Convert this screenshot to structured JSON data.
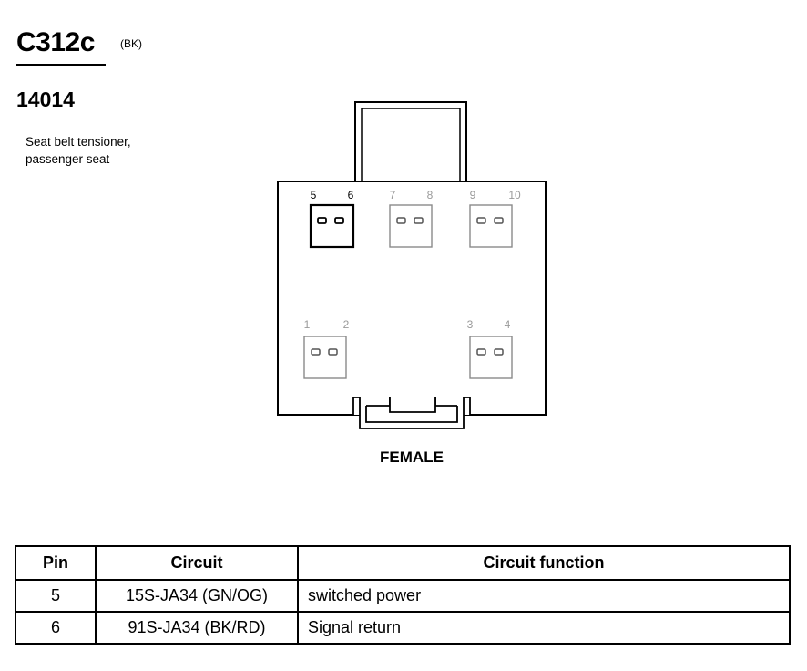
{
  "header": {
    "connector_id": "C312c",
    "color_code": "(BK)",
    "part_number": "14014",
    "description_lines": [
      "Seat belt tensioner,",
      "passenger seat"
    ]
  },
  "diagram": {
    "view_label": "FEMALE",
    "cavities": [
      {
        "left": "5",
        "right": "6",
        "highlighted": true
      },
      {
        "left": "7",
        "right": "8",
        "highlighted": false
      },
      {
        "left": "9",
        "right": "10",
        "highlighted": false
      },
      {
        "left": "1",
        "right": "2",
        "highlighted": false
      },
      {
        "left": "3",
        "right": "4",
        "highlighted": false
      }
    ]
  },
  "table": {
    "headers": [
      "Pin",
      "Circuit",
      "Circuit function"
    ],
    "rows": [
      {
        "pin": "5",
        "circuit": "15S-JA34 (GN/OG)",
        "function": "switched power"
      },
      {
        "pin": "6",
        "circuit": "91S-JA34 (BK/RD)",
        "function": "Signal return"
      }
    ]
  },
  "colors": {
    "ink": "#000000",
    "faded_ink": "#9a9a9a",
    "background": "#ffffff"
  }
}
